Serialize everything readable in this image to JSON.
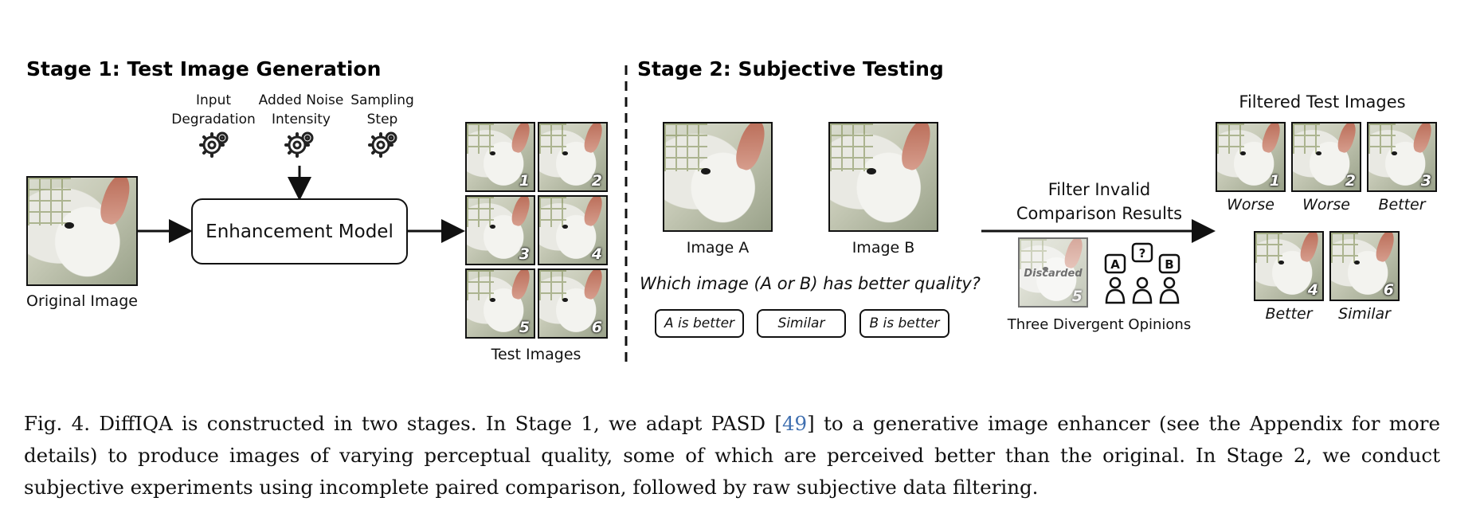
{
  "stage1": {
    "title": "Stage 1: Test Image Generation",
    "params": [
      {
        "line1": "Input",
        "line2": "Degradation",
        "icon": "gear-icon"
      },
      {
        "line1": "Added Noise",
        "line2": "Intensity",
        "icon": "gear-icon"
      },
      {
        "line1": "Sampling",
        "line2": "Step",
        "icon": "gear-icon"
      }
    ],
    "model_label": "Enhancement Model",
    "original_label": "Original Image",
    "test_images_label": "Test Images",
    "test_image_numbers": [
      "1",
      "2",
      "3",
      "4",
      "5",
      "6"
    ]
  },
  "stage2": {
    "title": "Stage 2: Subjective Testing",
    "image_a_label": "Image A",
    "image_b_label": "Image B",
    "question": "Which image (A or B) has better quality?",
    "buttons": [
      "A is better",
      "Similar",
      "B is better"
    ],
    "filter_line1": "Filter Invalid",
    "filter_line2": "Comparison Results",
    "discarded_label": "Discarded",
    "discarded_number": "5",
    "opinions_label": "Three Divergent Opinions",
    "opinion_icon_letters": [
      "A",
      "?",
      "B"
    ],
    "filtered_title": "Filtered Test Images",
    "filtered": [
      {
        "number": "1",
        "verdict": "Worse"
      },
      {
        "number": "2",
        "verdict": "Worse"
      },
      {
        "number": "3",
        "verdict": "Better"
      },
      {
        "number": "4",
        "verdict": "Better"
      },
      {
        "number": "6",
        "verdict": "Similar"
      }
    ]
  },
  "caption": {
    "part1": "Fig. 4. DiffIQA is constructed in two stages. In Stage 1, we adapt PASD [",
    "ref": "49",
    "part2": "] to a generative image enhancer (see the Appendix for more details) to produce images of varying perceptual quality, some of which are perceived better than the original.  In Stage 2, we conduct subjective experiments using incomplete paired comparison, followed by raw subjective data filtering."
  }
}
